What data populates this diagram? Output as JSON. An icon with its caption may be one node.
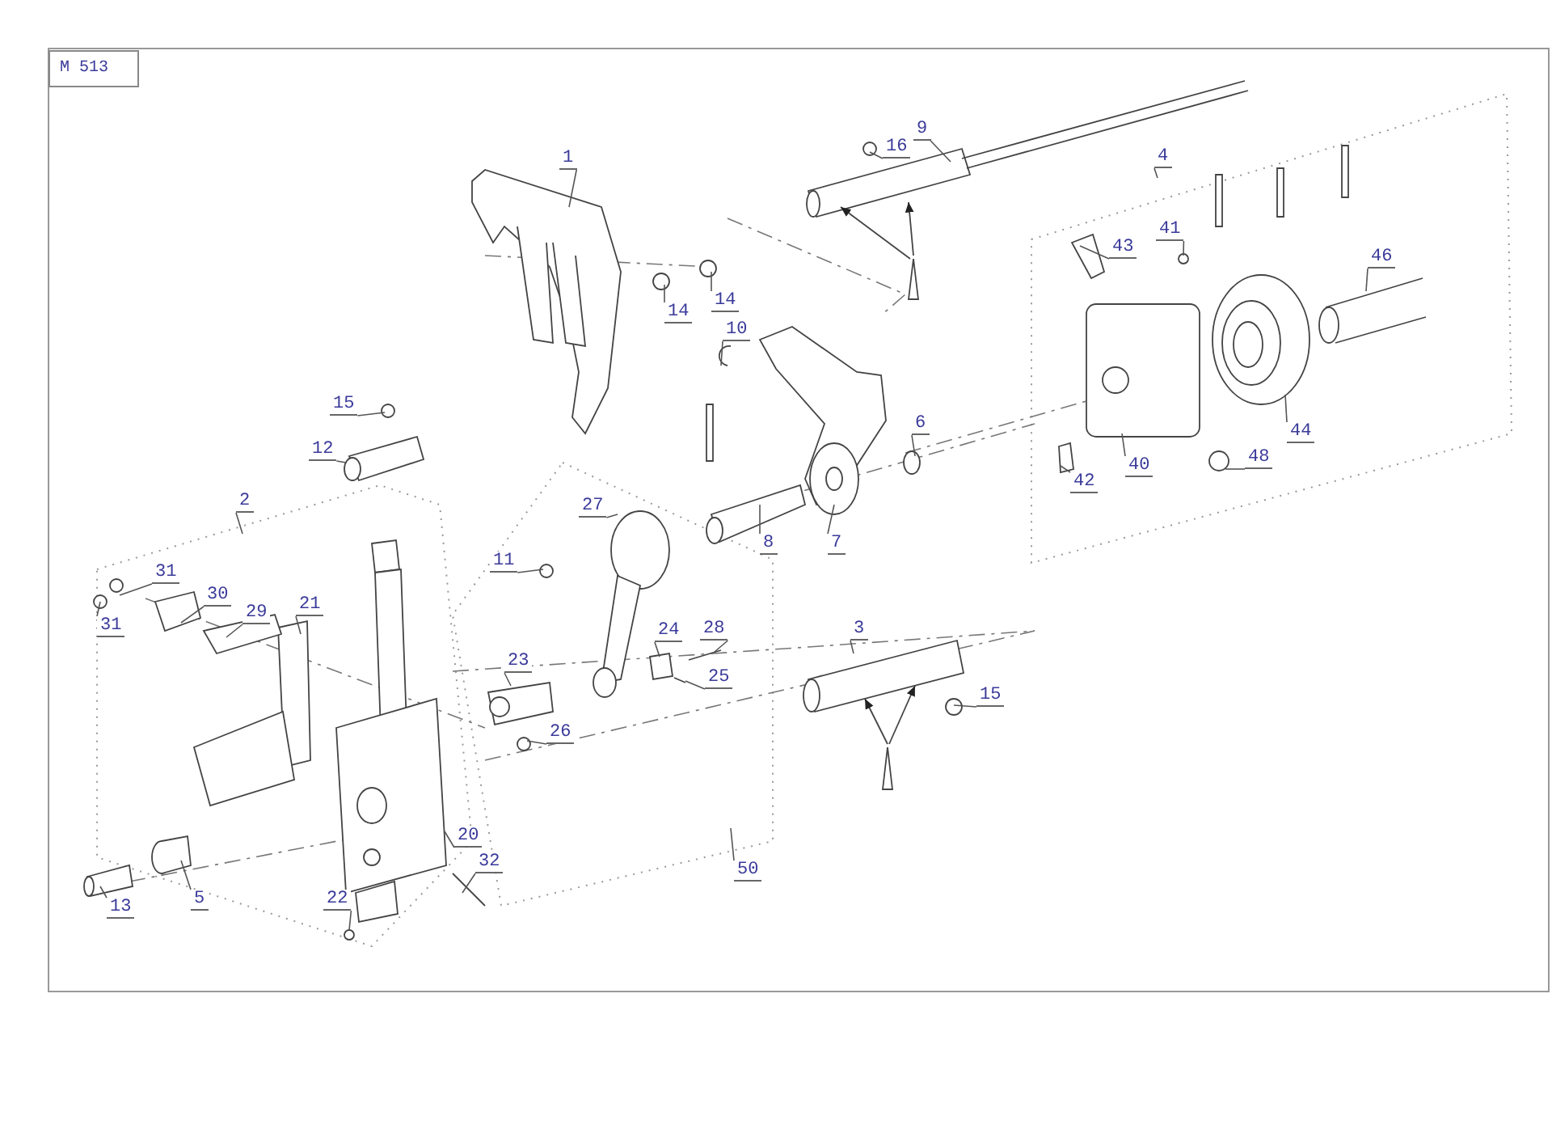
{
  "diagram": {
    "nodes": [
      {
        "text": [
          "M 513"
        ]
      },
      {
        "text": [
          "1"
        ]
      },
      {
        "text": [
          "9"
        ]
      },
      {
        "text": [
          "16"
        ]
      },
      {
        "text": [
          "4"
        ]
      },
      {
        "text": [
          "41"
        ]
      },
      {
        "text": [
          "43"
        ]
      },
      {
        "text": [
          "46"
        ]
      },
      {
        "text": [
          "14"
        ]
      },
      {
        "text": [
          "10"
        ]
      },
      {
        "text": [
          "14"
        ]
      },
      {
        "text": [
          "15"
        ]
      },
      {
        "text": [
          "6"
        ]
      },
      {
        "text": [
          "12"
        ]
      },
      {
        "text": [
          "44"
        ]
      },
      {
        "text": [
          "40"
        ]
      },
      {
        "text": [
          "48"
        ]
      },
      {
        "text": [
          "42"
        ]
      },
      {
        "text": [
          "2"
        ]
      },
      {
        "text": [
          "27"
        ]
      },
      {
        "text": [
          "8"
        ]
      },
      {
        "text": [
          "7"
        ]
      },
      {
        "text": [
          "11"
        ]
      },
      {
        "text": [
          "31"
        ]
      },
      {
        "text": [
          "30"
        ]
      },
      {
        "text": [
          "29"
        ]
      },
      {
        "text": [
          "21"
        ]
      },
      {
        "text": [
          "31"
        ]
      },
      {
        "text": [
          "24"
        ]
      },
      {
        "text": [
          "28"
        ]
      },
      {
        "text": [
          "3"
        ]
      },
      {
        "text": [
          "25"
        ]
      },
      {
        "text": [
          "23"
        ]
      },
      {
        "text": [
          "15"
        ]
      },
      {
        "text": [
          "26"
        ]
      },
      {
        "text": [
          "20"
        ]
      },
      {
        "text": [
          "32"
        ]
      },
      {
        "text": [
          "50"
        ]
      },
      {
        "text": [
          "5"
        ]
      },
      {
        "text": [
          "13"
        ]
      },
      {
        "text": [
          "22"
        ]
      }
    ],
    "edges": [
      {
        "from": 1,
        "to": null,
        "arrow": "none"
      },
      {
        "from": 2,
        "to": null,
        "arrow": "none"
      },
      {
        "from": 3,
        "to": null,
        "arrow": "none"
      },
      {
        "from": 4,
        "to": null,
        "arrow": "none"
      },
      {
        "from": 5,
        "to": null,
        "arrow": "none"
      },
      {
        "from": 6,
        "to": null,
        "arrow": "none"
      },
      {
        "from": 7,
        "to": null,
        "arrow": "none"
      },
      {
        "from": 8,
        "to": null,
        "arrow": "none"
      },
      {
        "from": 9,
        "to": null,
        "arrow": "none"
      },
      {
        "from": 10,
        "to": null,
        "arrow": "none"
      },
      {
        "from": 11,
        "to": null,
        "arrow": "none"
      },
      {
        "from": 12,
        "to": null,
        "arrow": "none"
      },
      {
        "from": 13,
        "to": null,
        "arrow": "none"
      },
      {
        "from": 14,
        "to": null,
        "arrow": "none"
      },
      {
        "from": 15,
        "to": null,
        "arrow": "none"
      },
      {
        "from": 16,
        "to": null,
        "arrow": "none"
      },
      {
        "from": 17,
        "to": null,
        "arrow": "none"
      },
      {
        "from": 18,
        "to": null,
        "arrow": "none"
      },
      {
        "from": 19,
        "to": null,
        "arrow": "none"
      },
      {
        "from": 20,
        "to": null,
        "arrow": "none"
      },
      {
        "from": 21,
        "to": null,
        "arrow": "none"
      },
      {
        "from": 22,
        "to": null,
        "arrow": "none"
      },
      {
        "from": 23,
        "to": null,
        "arrow": "none"
      },
      {
        "from": 24,
        "to": null,
        "arrow": "none"
      },
      {
        "from": 25,
        "to": null,
        "arrow": "none"
      },
      {
        "from": 26,
        "to": null,
        "arrow": "none"
      },
      {
        "from": 27,
        "to": null,
        "arrow": "none"
      },
      {
        "from": 28,
        "to": null,
        "arrow": "none"
      },
      {
        "from": 29,
        "to": null,
        "arrow": "none"
      },
      {
        "from": 30,
        "to": null,
        "arrow": "none"
      },
      {
        "from": 31,
        "to": null,
        "arrow": "none"
      },
      {
        "from": 32,
        "to": null,
        "arrow": "none"
      },
      {
        "from": 33,
        "to": null,
        "arrow": "none"
      },
      {
        "from": 34,
        "to": null,
        "arrow": "none"
      },
      {
        "from": 35,
        "to": null,
        "arrow": "none"
      },
      {
        "from": 36,
        "to": null,
        "arrow": "none"
      },
      {
        "from": 37,
        "to": null,
        "arrow": "none"
      },
      {
        "from": 38,
        "to": null,
        "arrow": "none"
      },
      {
        "from": 39,
        "to": null,
        "arrow": "none"
      },
      {
        "from": 40,
        "to": null,
        "arrow": "none"
      }
    ]
  }
}
